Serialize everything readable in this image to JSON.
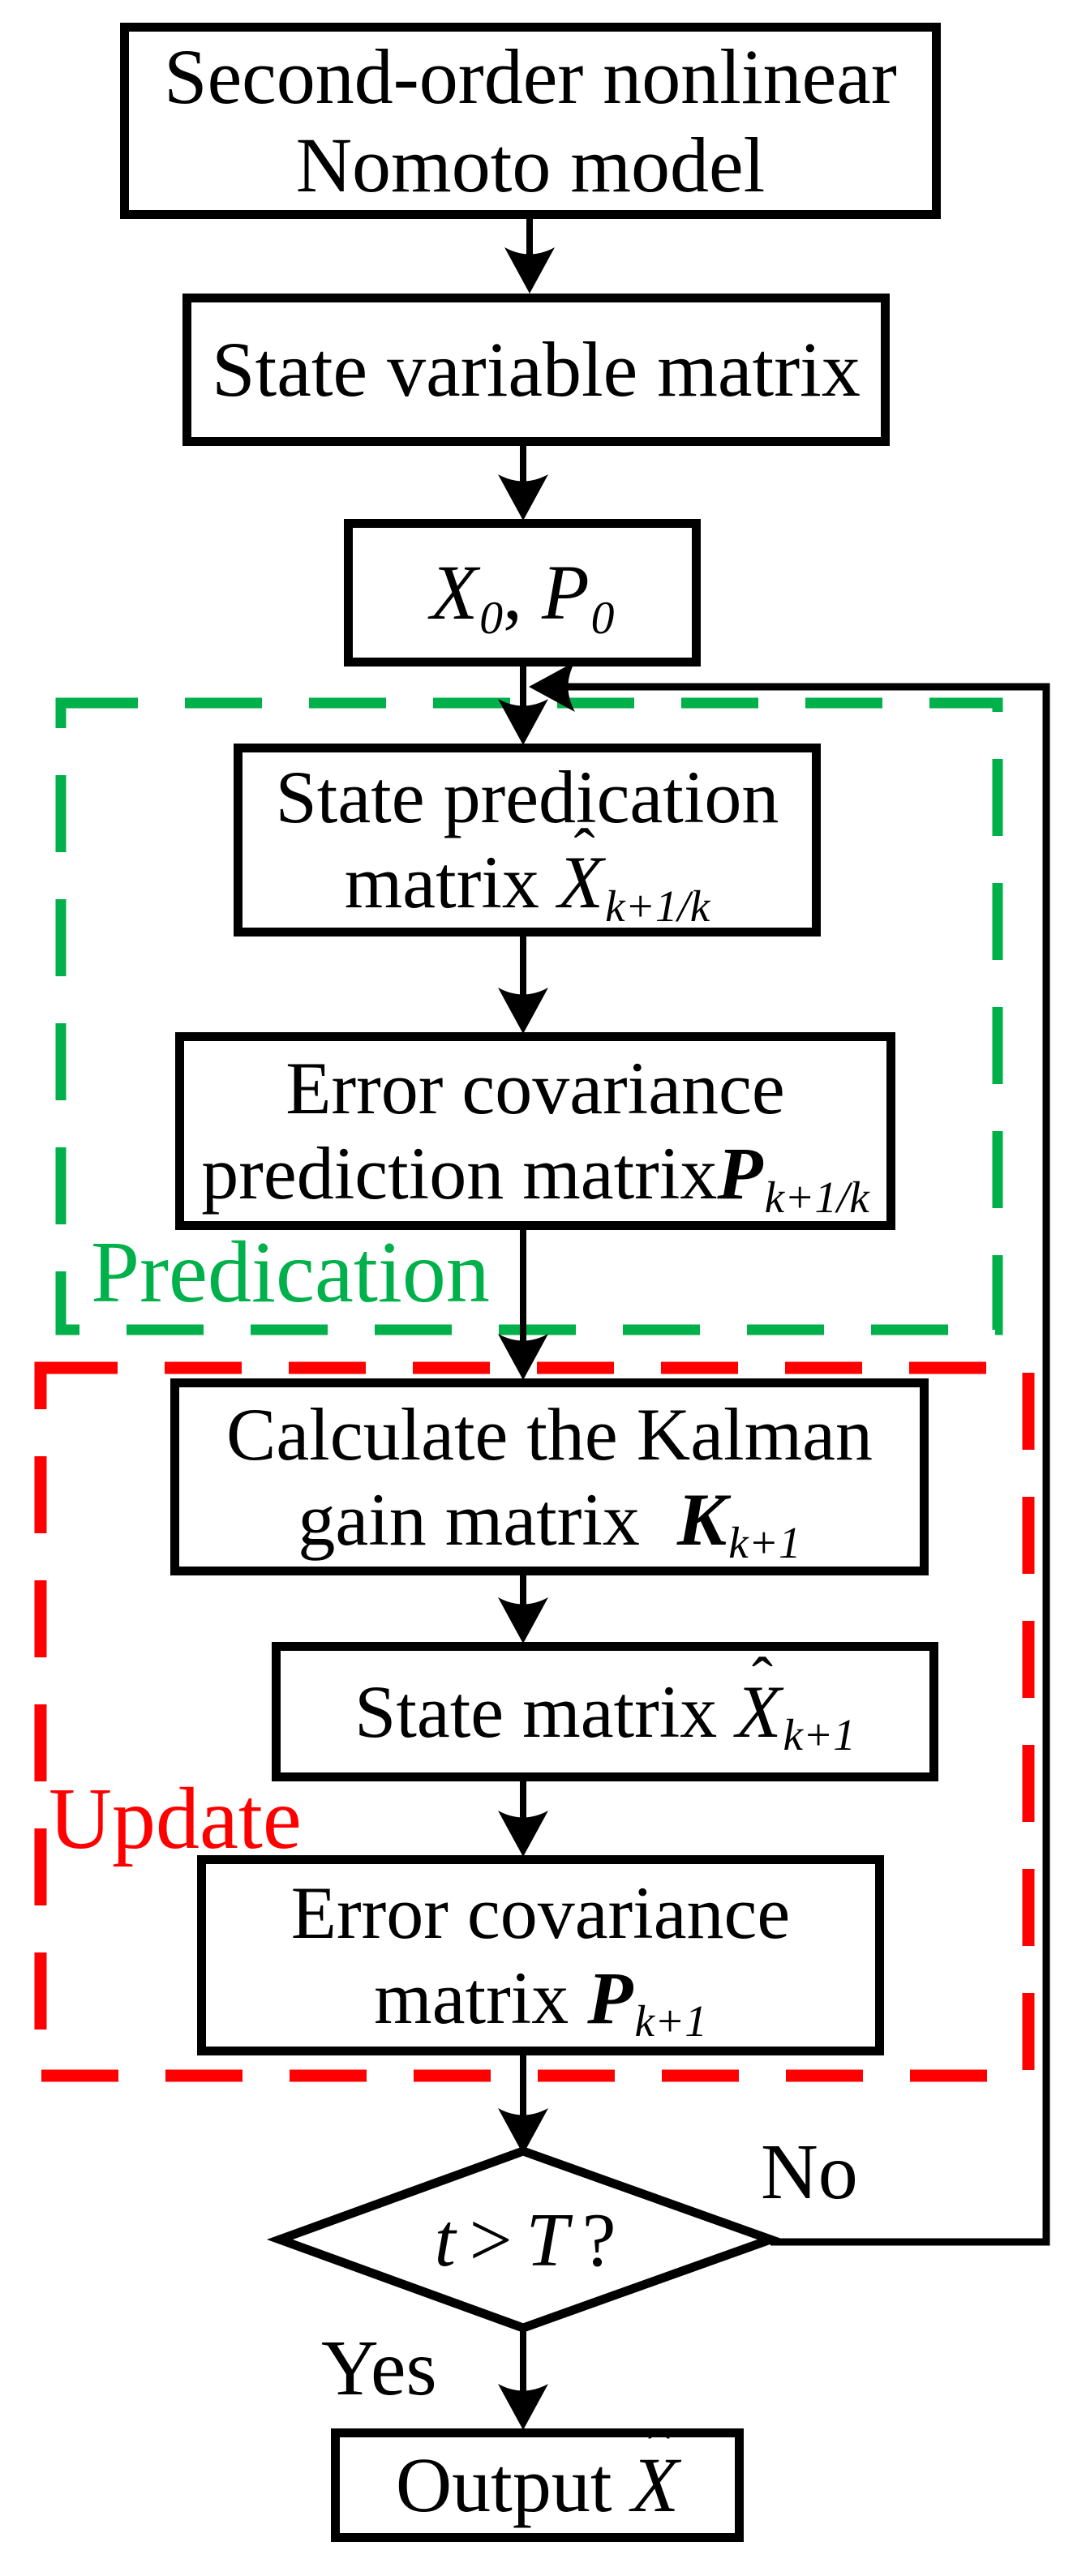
{
  "colors": {
    "group_prediction": "#00b04a",
    "group_update": "#fe0000",
    "stroke": "#000000",
    "background": "#ffffff"
  },
  "symbols": {
    "hat": "ˆ"
  },
  "nodes": {
    "nomoto": {
      "line1": "Second-order nonlinear",
      "line2": "Nomoto model"
    },
    "state_variable": {
      "label": "State variable matrix"
    },
    "init": {
      "x": "X",
      "x_sub": "0",
      "comma": ",",
      "p": "P",
      "p_sub": "0"
    },
    "state_prediction": {
      "line1": "State predication",
      "line2_prefix": "matrix ",
      "var": "X",
      "var_sub": "k+1/k"
    },
    "error_cov_prediction": {
      "line1": "Error covariance",
      "line2_prefix": "prediction matrix",
      "var": "P",
      "var_sub": "k+1/k"
    },
    "kalman_gain": {
      "line1": "Calculate the Kalman",
      "line2_prefix": "gain matrix ",
      "var": "K",
      "var_sub": "k+1"
    },
    "state_matrix": {
      "prefix": "State matrix ",
      "var": "X",
      "var_sub": "k+1"
    },
    "error_cov": {
      "line1": "Error covariance",
      "line2_prefix": "matrix ",
      "var": "P",
      "var_sub": "k+1"
    },
    "decision": {
      "t": "t",
      "op": ">",
      "T": "T",
      "q": "?"
    },
    "output": {
      "prefix": "Output ",
      "var": "X"
    }
  },
  "labels": {
    "prediction_group": "Predication",
    "update_group": "Update",
    "no": "No",
    "yes": "Yes"
  }
}
